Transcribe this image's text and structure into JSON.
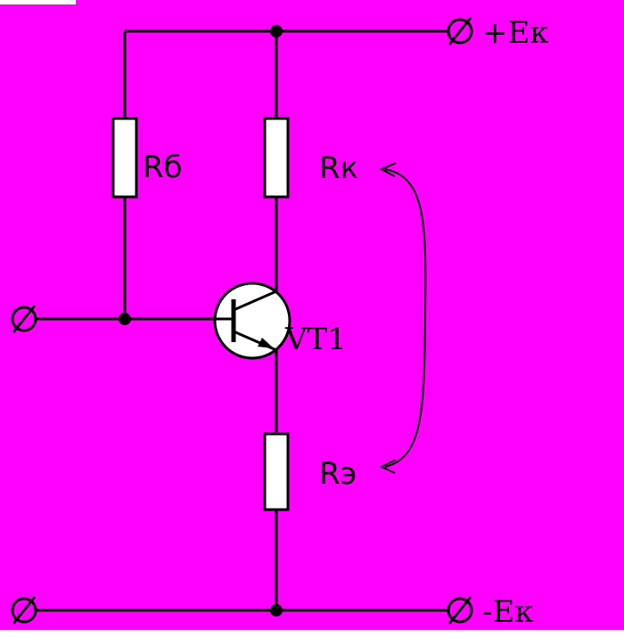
{
  "diagram": {
    "title": "transistor-amplifier-bias-circuit",
    "colors": {
      "background": "#FF00FF",
      "line": "#000000",
      "component_fill": "#FFFFFF"
    },
    "labels": {
      "base_resistor": "Rб",
      "collector_resistor": "Rк",
      "emitter_resistor": "Rэ",
      "transistor": "VT1",
      "positive_supply": "+Eк",
      "negative_supply": "-Eк"
    }
  }
}
